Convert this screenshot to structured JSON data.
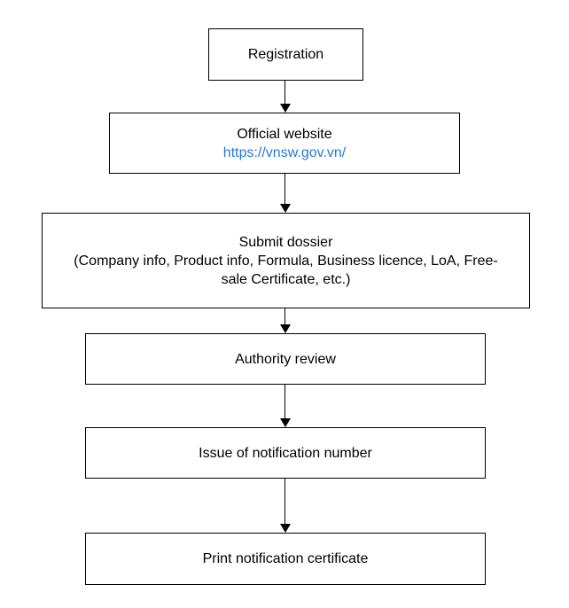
{
  "diagram": {
    "background_color": "#ffffff",
    "box_border_color": "#000000",
    "text_color": "#000000",
    "link_color": "#2878dc",
    "connector_style": "arrow-down",
    "nodes": [
      {
        "id": "registration",
        "title": "Registration"
      },
      {
        "id": "official-website",
        "title": "Official website",
        "link": "https://vnsw.gov.vn/"
      },
      {
        "id": "submit-dossier",
        "title": "Submit dossier",
        "subtitle_lines": [
          "(Company info, Product info, Formula, Business licence, LoA, Free-",
          "sale Certificate, etc.)"
        ]
      },
      {
        "id": "authority-review",
        "title": "Authority review"
      },
      {
        "id": "issue-of-notification-number",
        "title": "Issue of notification number"
      },
      {
        "id": "print-notification-certificate",
        "title": "Print notification certificate"
      }
    ]
  }
}
